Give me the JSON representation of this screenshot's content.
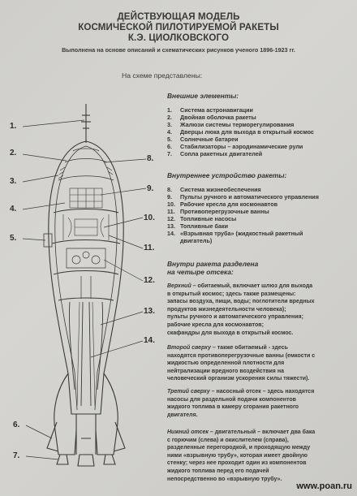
{
  "title": {
    "line1": "ДЕЙСТВУЮЩАЯ МОДЕЛЬ",
    "line2": "КОСМИЧЕСКОЙ ПИЛОТИРУЕМОЙ РАКЕТЫ",
    "line3": "К.Э. ЦИОЛКОВСКОГО"
  },
  "subtitle": "Выполнена на основе описаний и схематических рисунков ученого 1896-1923 гг.",
  "scheme_heading": "На схеме представлены:",
  "external": {
    "heading": "Внешние элементы:",
    "items": [
      {
        "num": "1.",
        "text": "Система астронавигации"
      },
      {
        "num": "2.",
        "text": "Двойная оболочка ракеты"
      },
      {
        "num": "3.",
        "text": "Жалюзи системы терморегулирования"
      },
      {
        "num": "4.",
        "text": "Дверцы люка для выхода в открытый космос"
      },
      {
        "num": "5.",
        "text": "Солнечные батареи"
      },
      {
        "num": "6.",
        "text": "Стабилизаторы – аэродинамические рули"
      },
      {
        "num": "7.",
        "text": "Сопла ракетных двигателей"
      }
    ]
  },
  "internal": {
    "heading": "Внутреннее устройство ракеты:",
    "items": [
      {
        "num": "8.",
        "text": "Система жизнеобеспечения"
      },
      {
        "num": "9.",
        "text": "Пульты ручного и автоматического управления"
      },
      {
        "num": "10.",
        "text": "Рабочие кресла для космонавтов"
      },
      {
        "num": "11.",
        "text": "Противоперегрузочные ванны"
      },
      {
        "num": "12.",
        "text": "Топливные насосы"
      },
      {
        "num": "13.",
        "text": "Топливные баки"
      },
      {
        "num": "14.",
        "text": "«Взрывная труба» (жидкостный ракетный"
      }
    ],
    "item14_cont": "двигатель)"
  },
  "compartments": {
    "heading1": "Внутри ракета разделена",
    "heading2": "на четыре отсека:",
    "p1": {
      "lead": "Верхний",
      "lines": [
        " – обитаемый, включает шлюз для выхода",
        "в открытый космос; здесь также размещены:",
        "запасы воздуха, пищи, воды; поглотители вредных",
        "продуктов жизнедеятельности человека);",
        "пульты ручного и автоматического управления;",
        "рабочие кресла для космонавтов;",
        "скафандры для выхода в открытый космос."
      ]
    },
    "p2": {
      "lead": "Второй сверху",
      "lines": [
        " – также обитаемый - здесь",
        "находятся противоперегрузочные ванны (емкости с",
        "жидкостью определенной плотности для",
        "нейтрализации вредного воздействия на",
        "человеческий организм ускорения силы тяжести)."
      ]
    },
    "p3": {
      "lead": "Третий сверху",
      "lines": [
        " – насосный отсек – здесь находятся",
        "насосы для раздельной подачи компонентов",
        "жидкого топлива в камеру сгорания ракетного",
        "двигателя."
      ]
    },
    "p4": {
      "lead": "Нижний отсек",
      "lines": [
        " – двигательный – включает два бака",
        "с горючим (слева) и окислителем (справа),",
        "разделенные перегородкой, и проходящую между",
        "ними «взрывную трубу», которая имеет двойную",
        "стенку; через нее проходит один из компонентов",
        "жидкого топлива перед его подачей",
        "непосредственно во «взрывную трубу»."
      ]
    }
  },
  "callouts": [
    "1.",
    "2.",
    "3.",
    "4.",
    "5.",
    "6.",
    "7.",
    "8.",
    "9.",
    "10.",
    "11.",
    "12.",
    "13.",
    "14."
  ],
  "watermark": "www.poan.ru"
}
